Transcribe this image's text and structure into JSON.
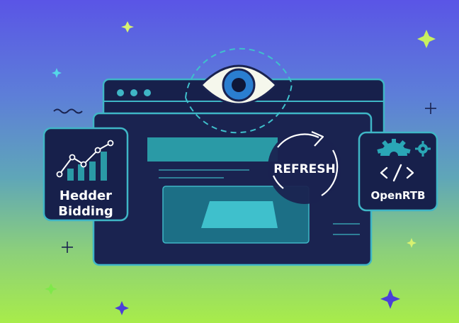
{
  "left_card": {
    "line1": "Hedder",
    "line2": "Bidding",
    "icon": "growth-chart-icon"
  },
  "right_card": {
    "label": "OpenRTB",
    "icon": "code-gear-icon"
  },
  "refresh_badge": {
    "label": "REFRESH",
    "icon": "circular-arrow-icon"
  },
  "top_icon": "eye-icon",
  "colors": {
    "panel": "#1a2350",
    "border": "#3fb6c6",
    "teal": "#2a9aa6",
    "cyan": "#3fc0cc",
    "accent_green": "#9bf05a"
  }
}
